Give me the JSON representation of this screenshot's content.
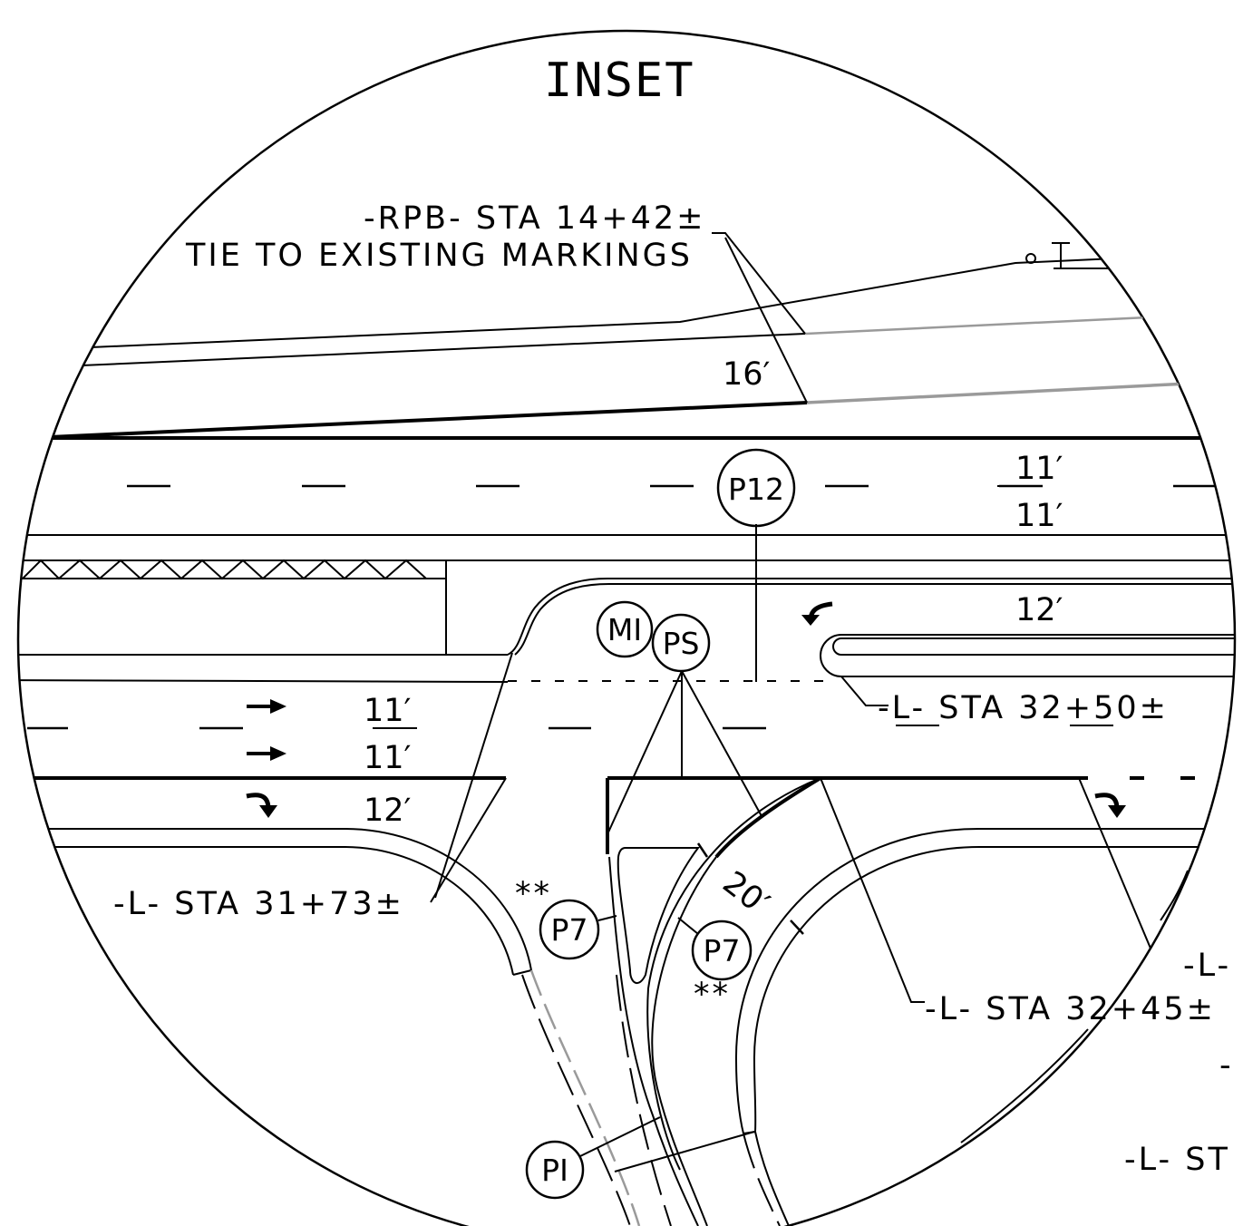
{
  "inset": {
    "title": "INSET"
  },
  "labels": {
    "rpb_station": "-RPB- STA 14+42±",
    "tie_note": "TIE TO EXISTING MARKINGS",
    "l_sta_3250": "-L- STA 32+50±",
    "l_sta_3173": "-L- STA 31+73±",
    "l_sta_3245": "-L- STA 32+45±",
    "l_partial_1": "-L-",
    "l_partial_2": "-L- ST",
    "partial_3": "-",
    "double_star_1": "**",
    "double_star_2": "**"
  },
  "dimensions": {
    "d_16": "16′",
    "d_11_top_a": "11′",
    "d_11_top_b": "11′",
    "d_12_turn": "12′",
    "d_11_low_a": "11′",
    "d_11_low_b": "11′",
    "d_12_low": "12′",
    "d_20": "20′"
  },
  "callouts": {
    "p12": "P12",
    "mi": "MI",
    "ps": "PS",
    "p7_left": "P7",
    "p7_right": "P7",
    "pi": "PI"
  },
  "colors": {
    "line": "#000000",
    "existing_line": "#9a9a9a",
    "background": "#ffffff"
  }
}
